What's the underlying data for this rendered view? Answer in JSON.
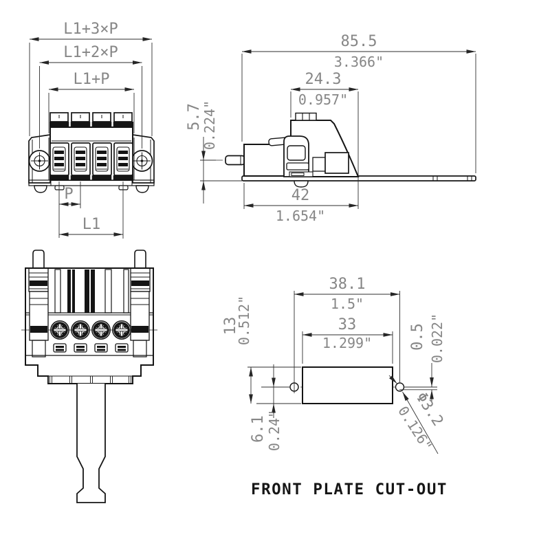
{
  "caption": "FRONT PLATE CUT-OUT",
  "colors": {
    "line": "#151515",
    "dimension_line": "#2e2e2e",
    "dimension_text": "#868686",
    "background": "#ffffff"
  },
  "front_view": {
    "dim_l1_3p": "L1+3×P",
    "dim_l1_2p": "L1+2×P",
    "dim_l1_p": "L1+P",
    "dim_p": "P",
    "dim_l1": "L1"
  },
  "side_view": {
    "overall_mm": "85.5",
    "overall_in": "3.366\"",
    "upper_mm": "24.3",
    "upper_in": "0.957\"",
    "pin_height_mm": "5.7",
    "pin_height_in": "0.224\"",
    "body_mm": "42",
    "body_in": "1.654\""
  },
  "cutout_view": {
    "hole_pitch_mm": "38.1",
    "hole_pitch_in": "1.5\"",
    "width_mm": "33",
    "width_in": "1.299\"",
    "height_mm": "13",
    "height_in": "0.512\"",
    "offset_mm": "0.5",
    "offset_in": "0.022\"",
    "bottom_mm": "6.1",
    "bottom_in": "0.24\"",
    "hole_dia_mm": "Φ3.2",
    "hole_dia_in": "0.126\""
  }
}
